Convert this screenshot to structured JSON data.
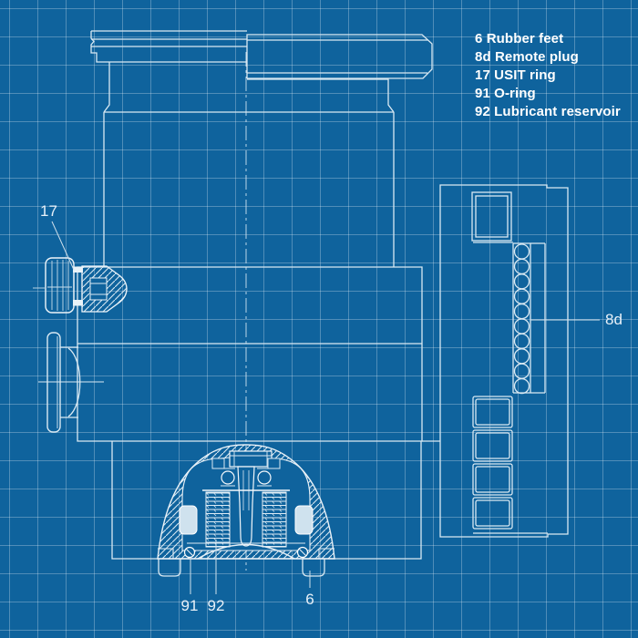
{
  "drawing": {
    "type": "blueprint-cross-section",
    "subject": "vacuum pump sectional drawing"
  },
  "colors": {
    "background": "#0f639d",
    "grid": "rgba(255,255,255,0.27)",
    "line": "#d9e9f3",
    "bright_line": "#ffffff",
    "text": "#ffffff"
  },
  "legend": {
    "items": [
      {
        "ref": "6",
        "label": "Rubber feet"
      },
      {
        "ref": "8d",
        "label": "Remote plug"
      },
      {
        "ref": "17",
        "label": "USIT ring"
      },
      {
        "ref": "91",
        "label": "O-ring"
      },
      {
        "ref": "92",
        "label": "Lubricant reservoir"
      }
    ]
  },
  "callouts": {
    "usit_ring": "17",
    "remote_plug": "8d",
    "o_ring": "91",
    "lubricant_reservoir": "92",
    "rubber_feet": "6"
  }
}
